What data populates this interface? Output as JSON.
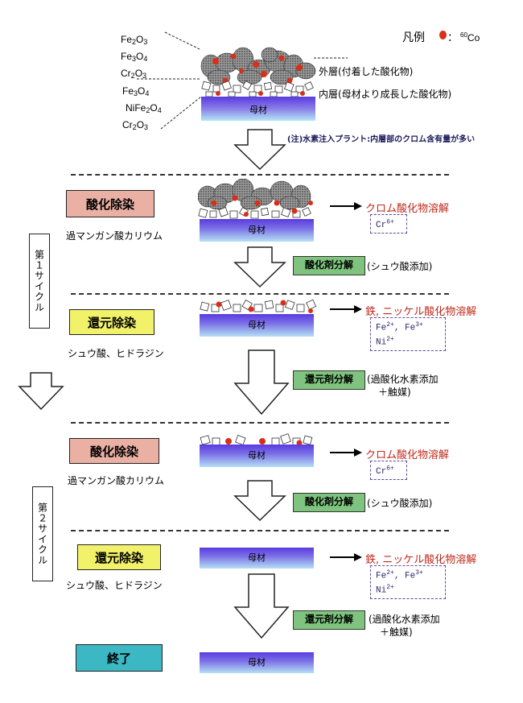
{
  "legend": {
    "title": "凡例",
    "colon": "：",
    "iso_sup": "60",
    "iso": "Co"
  },
  "top": {
    "outer_oxides": [
      "Fe2O3",
      "Fe3O4",
      "Cr2O3"
    ],
    "inner_oxides": [
      "Fe3O4",
      "NiFe2O4",
      "Cr2O3"
    ],
    "outer_label": "外層(付着した酸化物)",
    "inner_label": "内層(母材より成長した酸化物)",
    "base": "母材",
    "note": "(注)水素注入プラント:内層部のクロム含有量が多い"
  },
  "cycles": [
    "第１サイクル",
    "第２サイクル"
  ],
  "steps": [
    {
      "stage": "酸化除染",
      "reagent": "過マンガン酸カリウム",
      "base": "母材",
      "dissolve": "クロム酸化物溶解",
      "ions": [
        "Cr6+"
      ],
      "decomp": "酸化剤分解",
      "decomp_note": "(シュウ酸添加)"
    },
    {
      "stage": "還元除染",
      "reagent": "シュウ酸、ヒドラジン",
      "base": "母材",
      "dissolve": "鉄, ニッケル酸化物溶解",
      "ions": [
        "Fe2+, Fe3+",
        "Ni2+"
      ],
      "decomp": "還元剤分解",
      "decomp_note": "(過酸化水素添加",
      "decomp_note2": "＋触媒)"
    },
    {
      "stage": "酸化除染",
      "reagent": "過マンガン酸カリウム",
      "base": "母材",
      "dissolve": "クロム酸化物溶解",
      "ions": [
        "Cr6+"
      ],
      "decomp": "酸化剤分解",
      "decomp_note": "(シュウ酸添加)"
    },
    {
      "stage": "還元除染",
      "reagent": "シュウ酸、ヒドラジン",
      "base": "母材",
      "dissolve": "鉄, ニッケル酸化物溶解",
      "ions": [
        "Fe2+, Fe3+",
        "Ni2+"
      ],
      "decomp": "還元剤分解",
      "decomp_note": "(過酸化水素添加",
      "decomp_note2": "＋触媒)"
    }
  ],
  "end": {
    "stage": "終了",
    "base": "母材"
  },
  "colors": {
    "oxidation": "#eab0a4",
    "reduction": "#f2f26a",
    "end": "#3cb8c4",
    "decomp": "#7ec47e",
    "co60": "#d83018"
  }
}
